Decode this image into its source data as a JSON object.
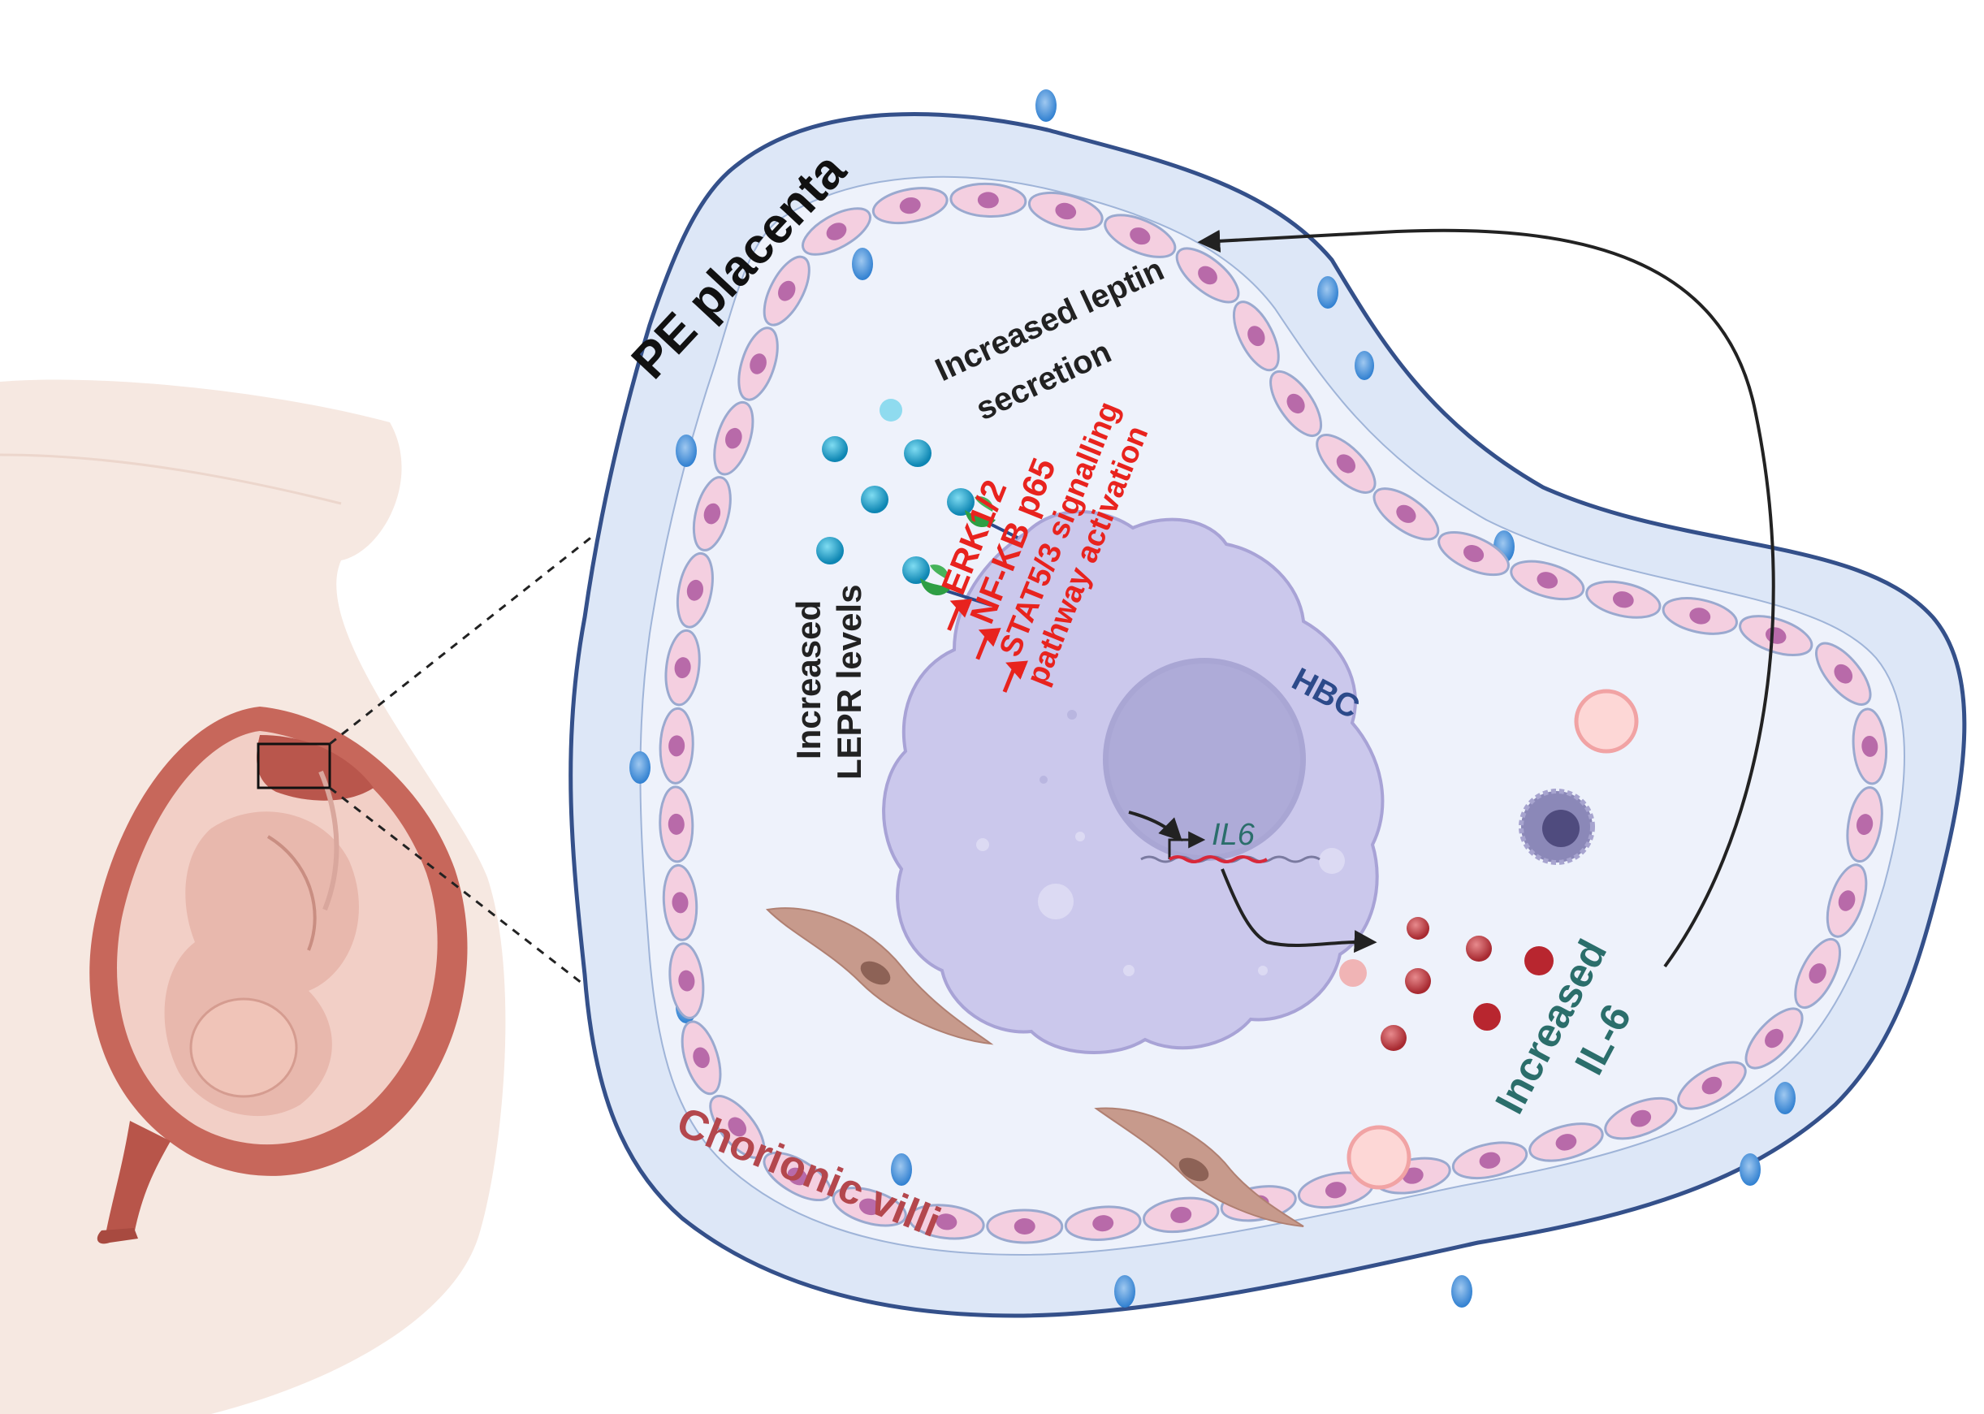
{
  "labels": {
    "pe_placenta": "PE placenta",
    "increased_leptin_line1": "Increased leptin",
    "increased_leptin_line2": "secretion",
    "increased_lepr_line1": "Increased",
    "increased_lepr_line2": "LEPR levels",
    "erk": "ERK1/2",
    "nfkb": "NF-KB p65",
    "stat_line1": "STAT5/3 signalling",
    "stat_line2": "pathway activation",
    "hbc": "HBC",
    "il6_gene": "IL6",
    "increased_il6_line1": "Increased",
    "increased_il6_line2": "IL-6",
    "chorionic_villi": "Chorionic villi"
  },
  "colors": {
    "villus_outer": "#dbe6f6",
    "villus_border": "#3e5a8c",
    "stroma": "#eef2fb",
    "endothelial_cell": "#f4cfe0",
    "endothelial_nucleus": "#b86aa9",
    "hbc_body": "#cbc8ec",
    "hbc_nucleus": "#a6a3d2",
    "leptin": "#1aa0c9",
    "receptor": "#2e9e44",
    "il6": "#c13a3f",
    "pathway_text": "#e8231e",
    "il6_text": "#2b6e6b",
    "chorionic_text": "#b4474d",
    "hbc_text": "#2c4a8a",
    "uterus": "#c5655a",
    "skin": "#f3e0d8"
  },
  "icons": [
    "up-arrow-icon",
    "transcription-arrow-icon",
    "curved-feedback-arrow-icon"
  ]
}
